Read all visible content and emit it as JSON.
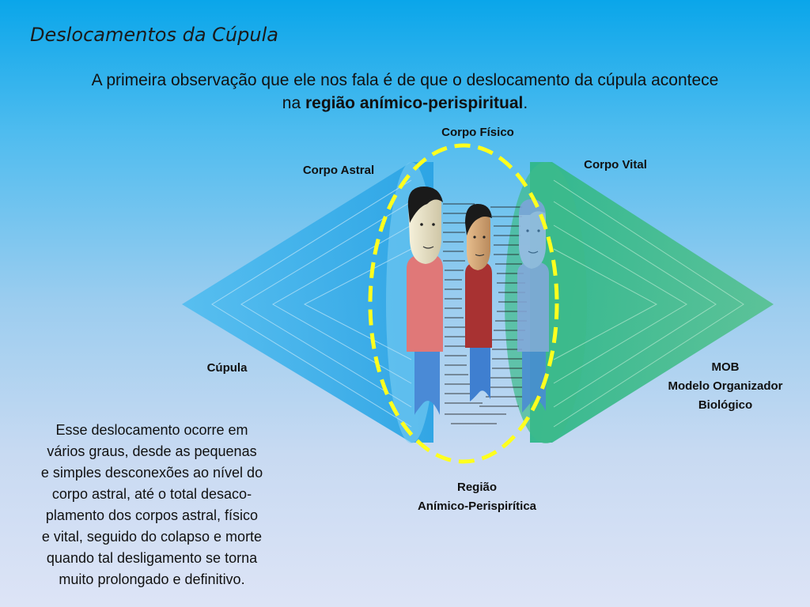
{
  "slide": {
    "title": "Deslocamentos da Cúpula",
    "intro_line1": "A primeira observação que ele nos fala é de que o deslocamento da cúpula acontece",
    "intro_line2_prefix": "na ",
    "intro_line2_bold": "região anímico-perispiritual",
    "intro_line2_suffix": ".",
    "side_text": [
      "Esse deslocamento ocorre em",
      "vários graus, desde as pequenas",
      "e simples desconexões ao nível do",
      "corpo astral, até o total desaco-",
      "plamento dos corpos astral, físico",
      "e vital, seguido do colapso e morte",
      "quando tal desligamento se torna",
      "muito prolongado e definitivo."
    ]
  },
  "diagram": {
    "labels": {
      "corpo_fisico": "Corpo Físico",
      "corpo_astral": "Corpo Astral",
      "corpo_vital": "Corpo Vital",
      "cupula": "Cúpula",
      "mob_line1": "MOB",
      "mob_line2": "Modelo Organizador",
      "mob_line3": "Biológico",
      "regiao_line1": "Região",
      "regiao_line2": "Anímico-Perispirítica"
    },
    "colors": {
      "astral": "#3aaee8",
      "vital": "#3dbb8a",
      "region_ring": "#ffff1e",
      "shirt_astral": "#e07878",
      "shirt_fisico": "#a83232",
      "shirt_vital": "#86a8de",
      "pants": "#3f7fd0",
      "hair": "#1a1a1a"
    },
    "figures": [
      "astral-body-figure",
      "physical-body-figure",
      "vital-body-figure"
    ]
  }
}
